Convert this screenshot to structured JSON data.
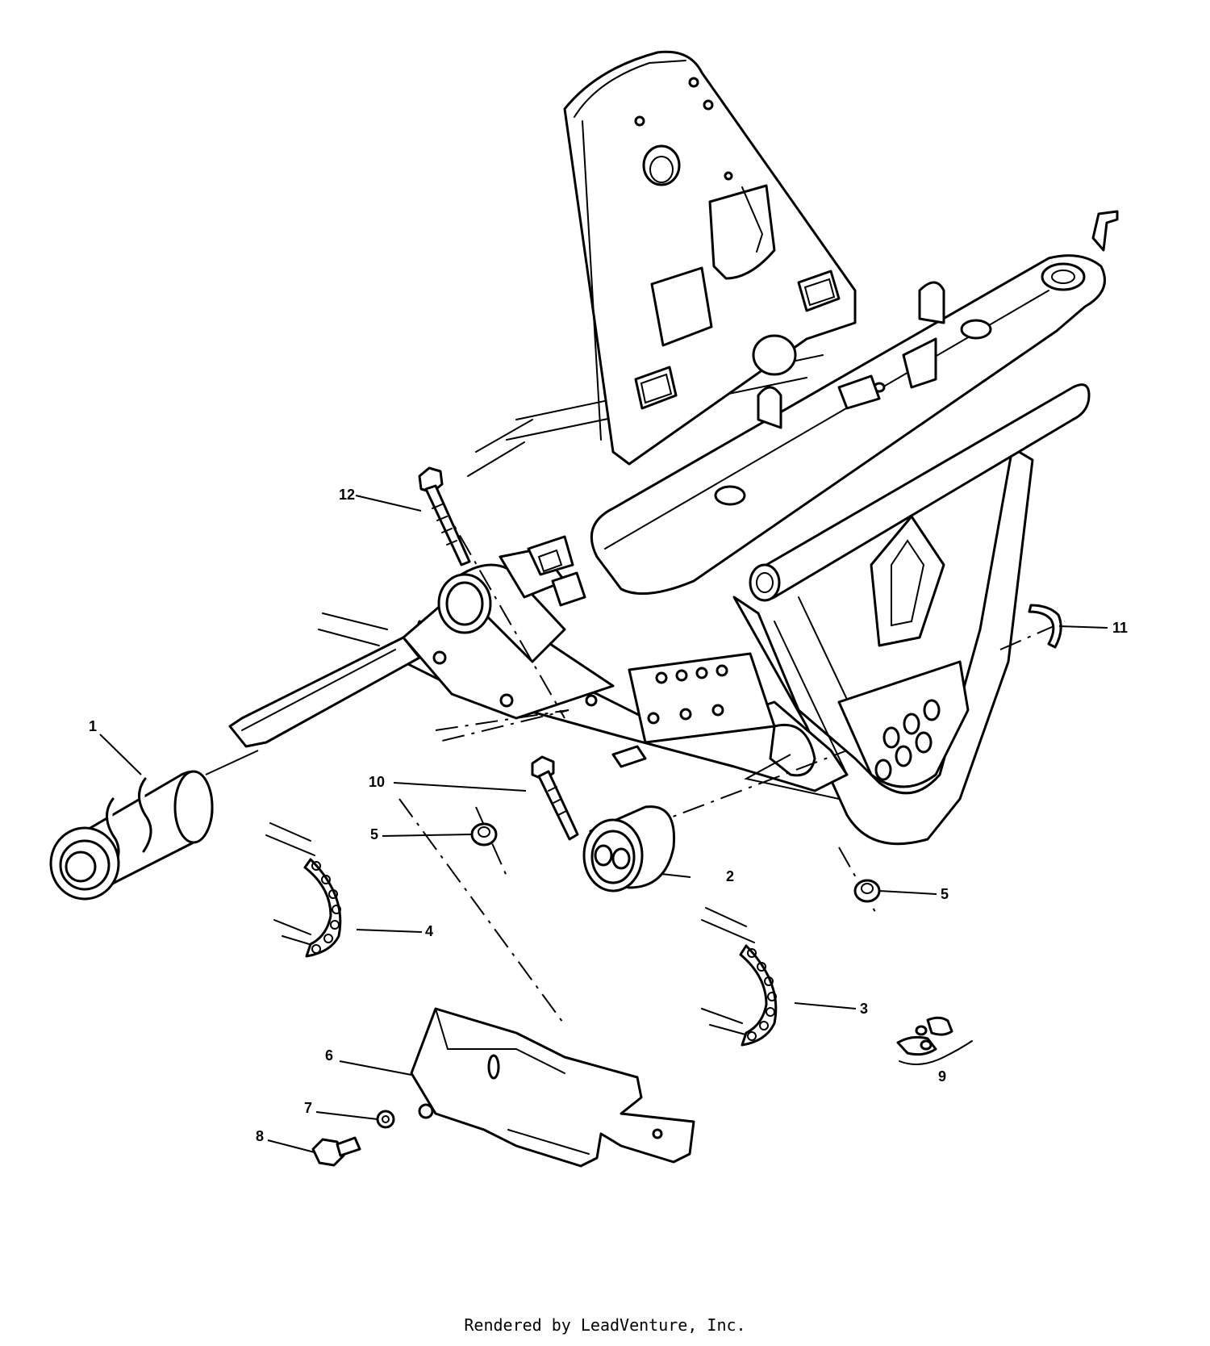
{
  "callouts": [
    "1",
    "2",
    "3",
    "4",
    "5",
    "5",
    "6",
    "7",
    "8",
    "9",
    "10",
    "11",
    "12"
  ],
  "footer": "Rendered by LeadVenture, Inc."
}
